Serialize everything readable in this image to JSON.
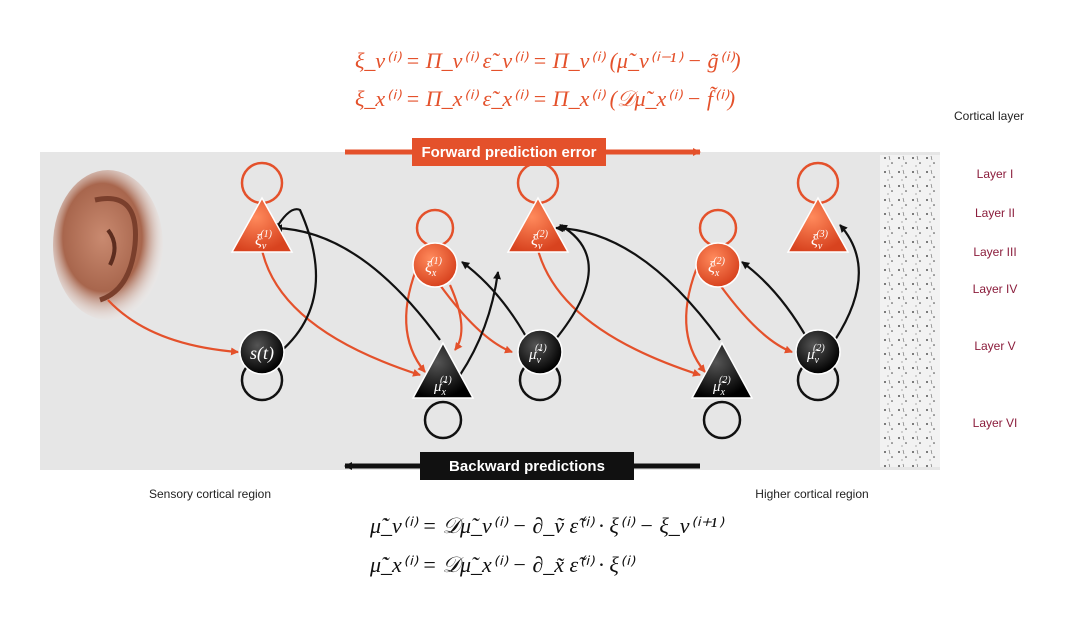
{
  "equations_top": {
    "line1": "ξ_v⁽ⁱ⁾ = Π_v⁽ⁱ⁾ ε̃_v⁽ⁱ⁾ = Π_v⁽ⁱ⁾ (μ̃_v⁽ⁱ⁻¹⁾ − g̃⁽ⁱ⁾)",
    "line2": "ξ_x⁽ⁱ⁾ = Π_x⁽ⁱ⁾ ε̃_x⁽ⁱ⁾ = Π_x⁽ⁱ⁾ (𝒟μ̃_x⁽ⁱ⁾ − f̃⁽ⁱ⁾)"
  },
  "equations_bottom": {
    "line1": "μ̃̇_v⁽ⁱ⁾ = 𝒟μ̃_v⁽ⁱ⁾ − ∂_ṽ ε̃⁽ⁱ⁾ · ξ⁽ⁱ⁾ − ξ_v⁽ⁱ⁺¹⁾",
    "line2": "μ̃̇_x⁽ⁱ⁾ = 𝒟μ̃_x⁽ⁱ⁾ − ∂_x̃ ε̃⁽ⁱ⁾ · ξ⁽ⁱ⁾"
  },
  "banners": {
    "forward": "Forward prediction error",
    "backward": "Backward predictions"
  },
  "regions": {
    "sensory": "Sensory cortical region",
    "higher": "Higher cortical region",
    "cortical_layer_title": "Cortical layer"
  },
  "layers": [
    "Layer I",
    "Layer II",
    "Layer III",
    "Layer IV",
    "Layer V",
    "Layer VI"
  ],
  "nodes": {
    "xi_v1": {
      "base": "ξ",
      "sub": "v",
      "sup": "(1)"
    },
    "xi_x1": {
      "base": "ξ",
      "sub": "x",
      "sup": "(1)"
    },
    "xi_v2": {
      "base": "ξ",
      "sub": "v",
      "sup": "(2)"
    },
    "xi_x2": {
      "base": "ξ",
      "sub": "x",
      "sup": "(2)"
    },
    "xi_v3": {
      "base": "ξ",
      "sub": "v",
      "sup": "(3)"
    },
    "s_t": {
      "base": "s(t)"
    },
    "mu_x1": {
      "base": "μ̃",
      "sub": "x",
      "sup": "(1)"
    },
    "mu_v1": {
      "base": "μ̃",
      "sub": "v",
      "sup": "(1)"
    },
    "mu_x2": {
      "base": "μ̃",
      "sub": "x",
      "sup": "(2)"
    },
    "mu_v2": {
      "base": "μ̃",
      "sub": "v",
      "sup": "(2)"
    }
  },
  "colors": {
    "red": "#e4512b",
    "black": "#111111",
    "band": "#e6e6e6",
    "layer_text": "#8b1d3c"
  }
}
